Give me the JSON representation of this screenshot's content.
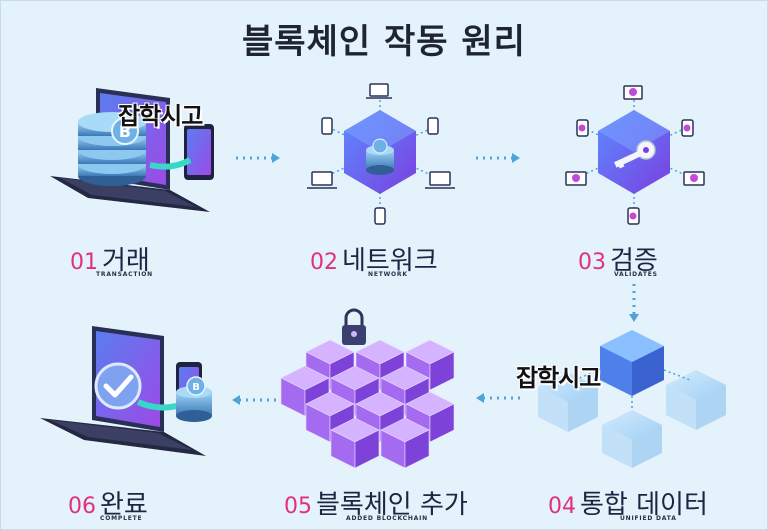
{
  "title": "블록체인 작동 원리",
  "watermark": "잡학시고",
  "steps": [
    {
      "num": "01",
      "name": "거래",
      "sub": "TRANSACTION"
    },
    {
      "num": "02",
      "name": "네트워크",
      "sub": "NETWORK"
    },
    {
      "num": "03",
      "name": "검증",
      "sub": "VALIDATES"
    },
    {
      "num": "04",
      "name": "통합 데이터",
      "sub": "UNIFIED DATA"
    },
    {
      "num": "05",
      "name": "블록체인 추가",
      "sub": "ADDED BLOCKCHAIN"
    },
    {
      "num": "06",
      "name": "완료",
      "sub": "COMPLETE"
    }
  ],
  "colors": {
    "background": "#e3f2fb",
    "step_number": "#e2307a",
    "step_name": "#1e2442",
    "arrow": "#4fa3d8",
    "block_blue": "#3b6fe0",
    "block_purple": "#9a55e6"
  },
  "icons": [
    "bitcoin-icon",
    "laptop-icon",
    "phone-icon",
    "key-icon",
    "lock-icon",
    "check-icon"
  ]
}
